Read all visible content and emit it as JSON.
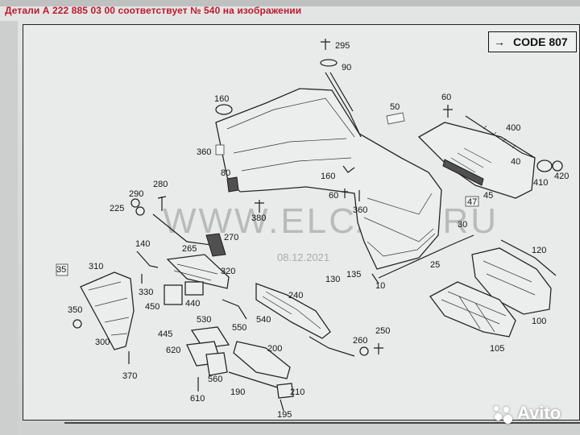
{
  "caption": "Детали А 222 885 03 00 соответствует № 540 на изображении",
  "code_box": {
    "arrow": "→",
    "text": "CODE 807"
  },
  "watermark": {
    "text": "WWW.ELCATS.RU",
    "date": "08.12.2021"
  },
  "brand": {
    "name": "Avito"
  },
  "labels": [
    "295",
    "90",
    "50",
    "60",
    "400",
    "160",
    "360",
    "80",
    "40",
    "410",
    "420",
    "45",
    "47",
    "30",
    "160",
    "60",
    "360",
    "380",
    "290",
    "280",
    "225",
    "270",
    "265",
    "140",
    "310",
    "320",
    "35",
    "330",
    "450",
    "440",
    "350",
    "300",
    "370",
    "530",
    "445",
    "550",
    "540",
    "240",
    "620",
    "200",
    "560",
    "610",
    "190",
    "210",
    "195",
    "130",
    "135",
    "10",
    "25",
    "120",
    "100",
    "105",
    "260",
    "250"
  ]
}
